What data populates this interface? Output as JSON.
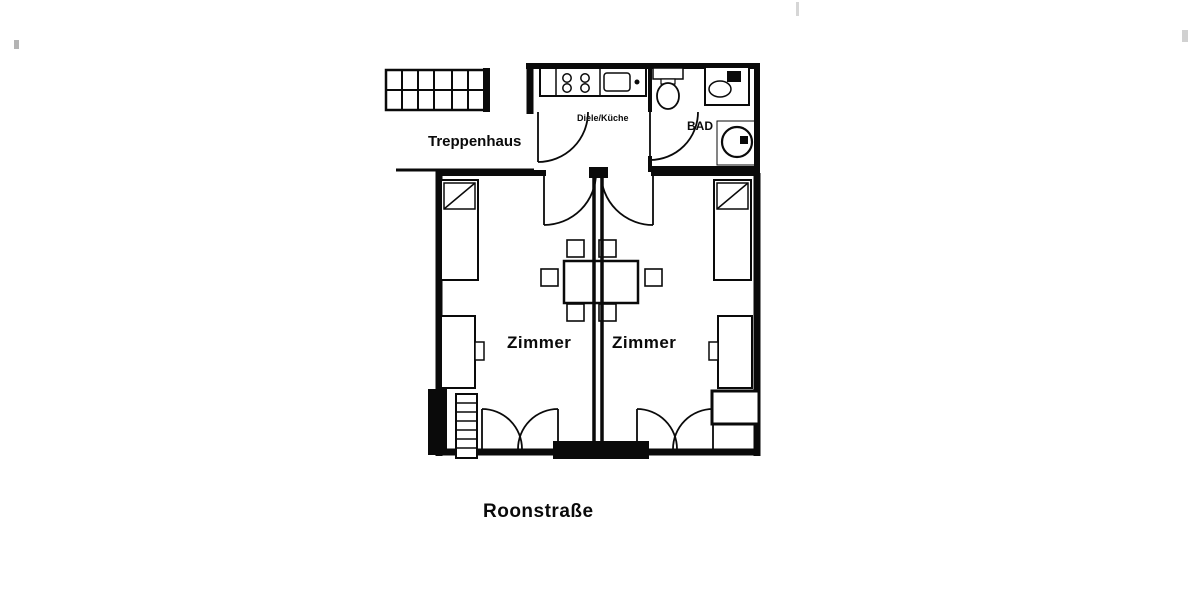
{
  "document": {
    "type": "apartment-floor-plan"
  },
  "labels": {
    "staircase": "Treppenhaus",
    "hall_kitchen": "Diele/Küche",
    "bathroom": "BAD",
    "room_left": "Zimmer",
    "room_right": "Zimmer",
    "street": "Roonstraße"
  },
  "colors": {
    "ink": "#0a0a0a",
    "paper": "#ffffff"
  }
}
